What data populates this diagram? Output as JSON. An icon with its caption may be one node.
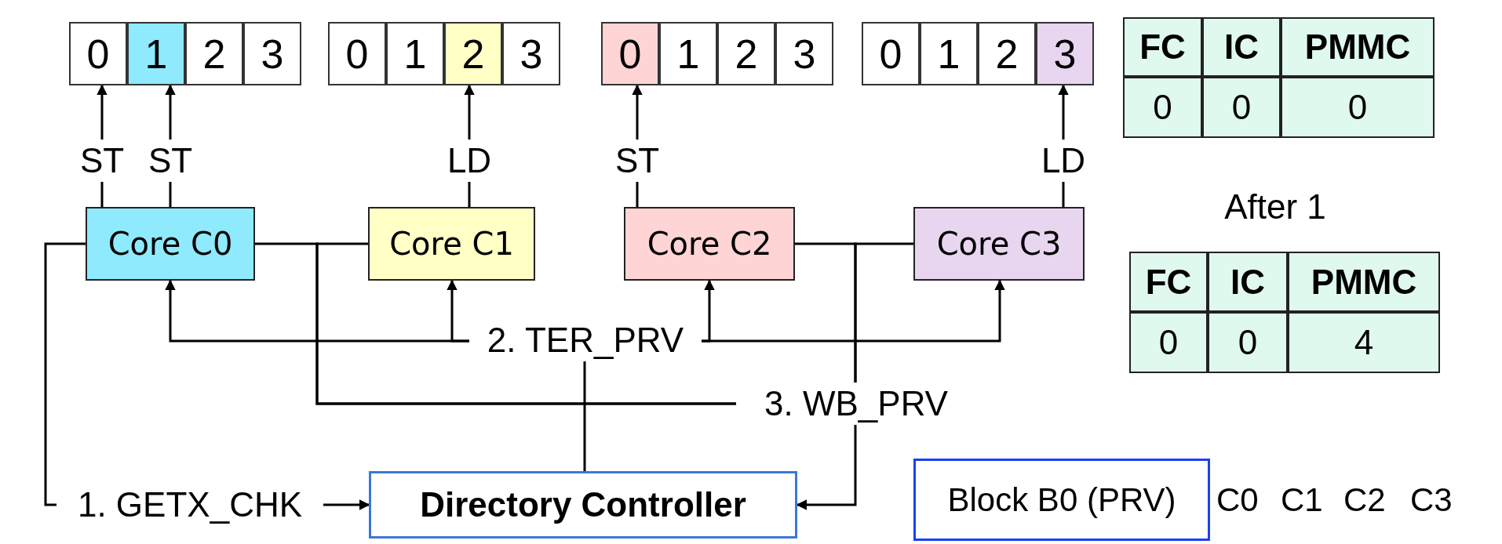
{
  "diagram": {
    "nodes": [
      {
        "text": [
          "0"
        ]
      },
      {
        "text": [
          "1"
        ]
      },
      {
        "text": [
          "2"
        ]
      },
      {
        "text": [
          "3"
        ]
      },
      {
        "text": [
          "0"
        ]
      },
      {
        "text": [
          "1"
        ]
      },
      {
        "text": [
          "2"
        ]
      },
      {
        "text": [
          "3"
        ]
      },
      {
        "text": [
          "0"
        ]
      },
      {
        "text": [
          "1"
        ]
      },
      {
        "text": [
          "2"
        ]
      },
      {
        "text": [
          "3"
        ]
      },
      {
        "text": [
          "0"
        ]
      },
      {
        "text": [
          "1"
        ]
      },
      {
        "text": [
          "2"
        ]
      },
      {
        "text": [
          "3"
        ]
      },
      {
        "text": [
          "Core C0"
        ]
      },
      {
        "text": [
          "Core C1"
        ]
      },
      {
        "text": [
          "Core C2"
        ]
      },
      {
        "text": [
          "Core C3"
        ]
      },
      {
        "text": [
          "2. TER_PRV"
        ]
      },
      {
        "text": [
          "3. WB_PRV"
        ]
      },
      {
        "text": [
          "1. GETX_CHK"
        ]
      },
      {
        "text": [
          "Directory Controller"
        ]
      },
      {
        "text": [
          "Block B0 (PRV)"
        ],
        "beside": [
          "C0",
          "C1",
          "C2",
          "C3"
        ]
      }
    ],
    "edges": [
      {
        "from": 16,
        "to": 0,
        "arrow": "to",
        "label": "ST"
      },
      {
        "from": 16,
        "to": 1,
        "arrow": "to",
        "label": "ST"
      },
      {
        "from": 17,
        "to": 6,
        "arrow": "to",
        "label": "LD"
      },
      {
        "from": 18,
        "to": 8,
        "arrow": "to",
        "label": "ST"
      },
      {
        "from": 19,
        "to": 15,
        "arrow": "to",
        "label": "LD"
      },
      {
        "from": 16,
        "to": 22,
        "arrow": "none"
      },
      {
        "from": 22,
        "to": 23,
        "arrow": "to"
      },
      {
        "from": 23,
        "to": 20,
        "arrow": "none"
      },
      {
        "from": 20,
        "to": 16,
        "arrow": "to"
      },
      {
        "from": 20,
        "to": 17,
        "arrow": "to"
      },
      {
        "from": 20,
        "to": 18,
        "arrow": "to"
      },
      {
        "from": 20,
        "to": 19,
        "arrow": "to"
      },
      {
        "from": 16,
        "to": 21,
        "arrow": "none"
      },
      {
        "from": 17,
        "to": 21,
        "arrow": "none"
      },
      {
        "from": 18,
        "to": 21,
        "arrow": "none"
      },
      {
        "from": 19,
        "to": 21,
        "arrow": "none"
      },
      {
        "from": 21,
        "to": 23,
        "arrow": "to"
      }
    ],
    "labels": [
      "FC",
      "IC",
      "PMMC",
      "0",
      "0",
      "0",
      "After 1",
      "FC",
      "IC",
      "PMMC",
      "0",
      "0",
      "4"
    ]
  }
}
